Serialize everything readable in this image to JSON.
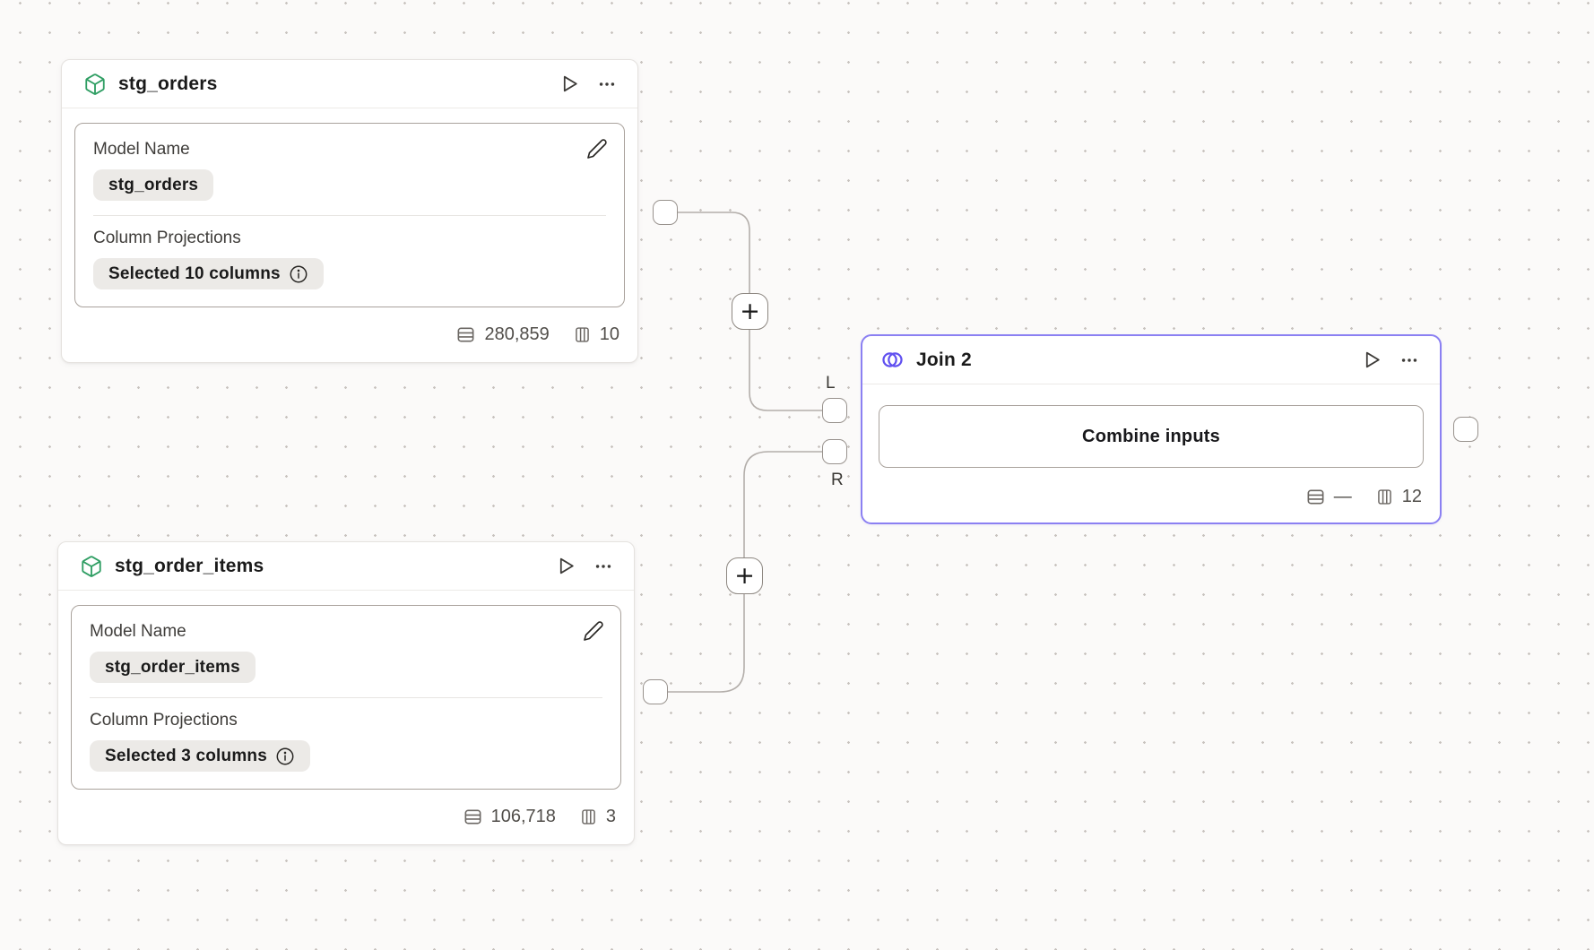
{
  "canvas": {
    "add_button_label": "+",
    "background": "#fbfaf9",
    "dot_color": "#c8c3bf",
    "edge_color": "#b3aeaa"
  },
  "nodes": {
    "stg_orders": {
      "title": "stg_orders",
      "accent": "#2f9e63",
      "model_name_label": "Model Name",
      "model_name_value": "stg_orders",
      "column_projections_label": "Column Projections",
      "column_projections_value": "Selected 10 columns",
      "stats": {
        "rows": "280,859",
        "columns": "10"
      }
    },
    "stg_order_items": {
      "title": "stg_order_items",
      "accent": "#2f9e63",
      "model_name_label": "Model Name",
      "model_name_value": "stg_order_items",
      "column_projections_label": "Column Projections",
      "column_projections_value": "Selected 3 columns",
      "stats": {
        "rows": "106,718",
        "columns": "3"
      }
    },
    "join": {
      "title": "Join 2",
      "accent": "#6050f0",
      "border_color": "#8b80f2",
      "combine_button_label": "Combine inputs",
      "left_handle_label": "L",
      "right_handle_label": "R",
      "stats": {
        "rows": "—",
        "columns": "12"
      }
    }
  }
}
